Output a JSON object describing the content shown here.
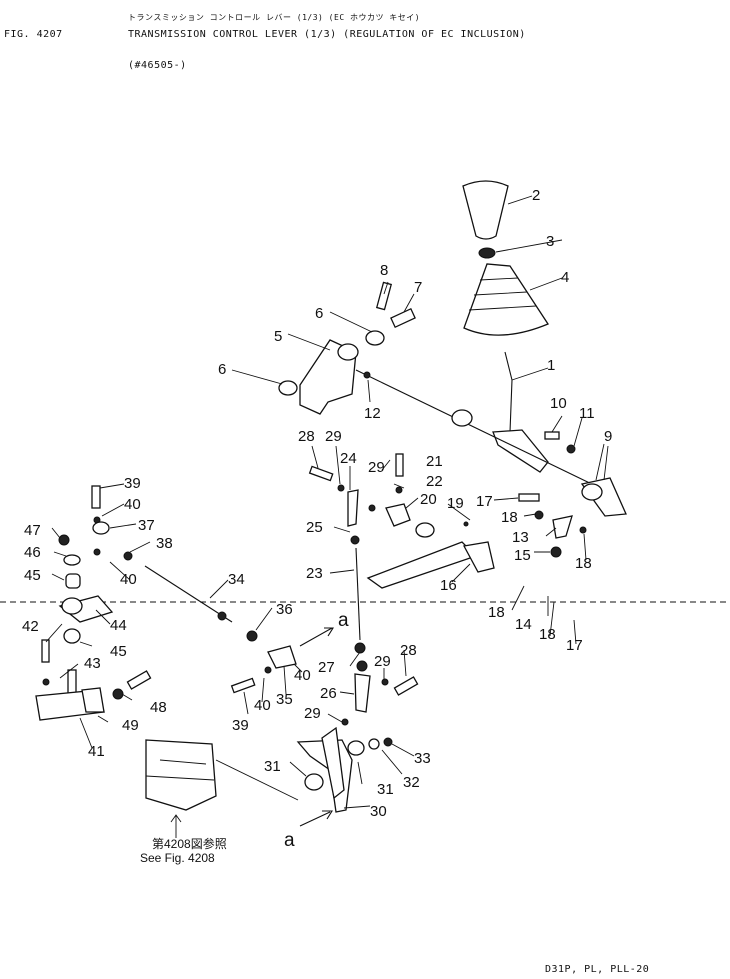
{
  "header": {
    "kana_line": "トランスミッション コントロール レバー (1/3) (EC ホウカツ キセイ)",
    "fig_label": "FIG. 4207",
    "title": "TRANSMISSION CONTROL LEVER (1/3) (REGULATION OF EC INCLUSION)",
    "serial": "(#46505-)"
  },
  "reference": {
    "jp": "第4208図参照",
    "en": "See Fig. 4208"
  },
  "connector_marks": {
    "upper": "a",
    "lower": "a"
  },
  "footer": {
    "model": "D31P, PL, PLL-20"
  },
  "part_labels": [
    "1",
    "2",
    "3",
    "4",
    "5",
    "6",
    "6",
    "7",
    "8",
    "9",
    "10",
    "11",
    "12",
    "13",
    "14",
    "15",
    "16",
    "17",
    "17",
    "18",
    "18",
    "18",
    "18",
    "19",
    "20",
    "21",
    "22",
    "23",
    "24",
    "25",
    "26",
    "27",
    "28",
    "28",
    "29",
    "29",
    "29",
    "29",
    "30",
    "31",
    "31",
    "32",
    "33",
    "34",
    "35",
    "36",
    "37",
    "38",
    "39",
    "39",
    "40",
    "40",
    "40",
    "40",
    "41",
    "42",
    "43",
    "44",
    "45",
    "45",
    "46",
    "47",
    "48",
    "49"
  ]
}
